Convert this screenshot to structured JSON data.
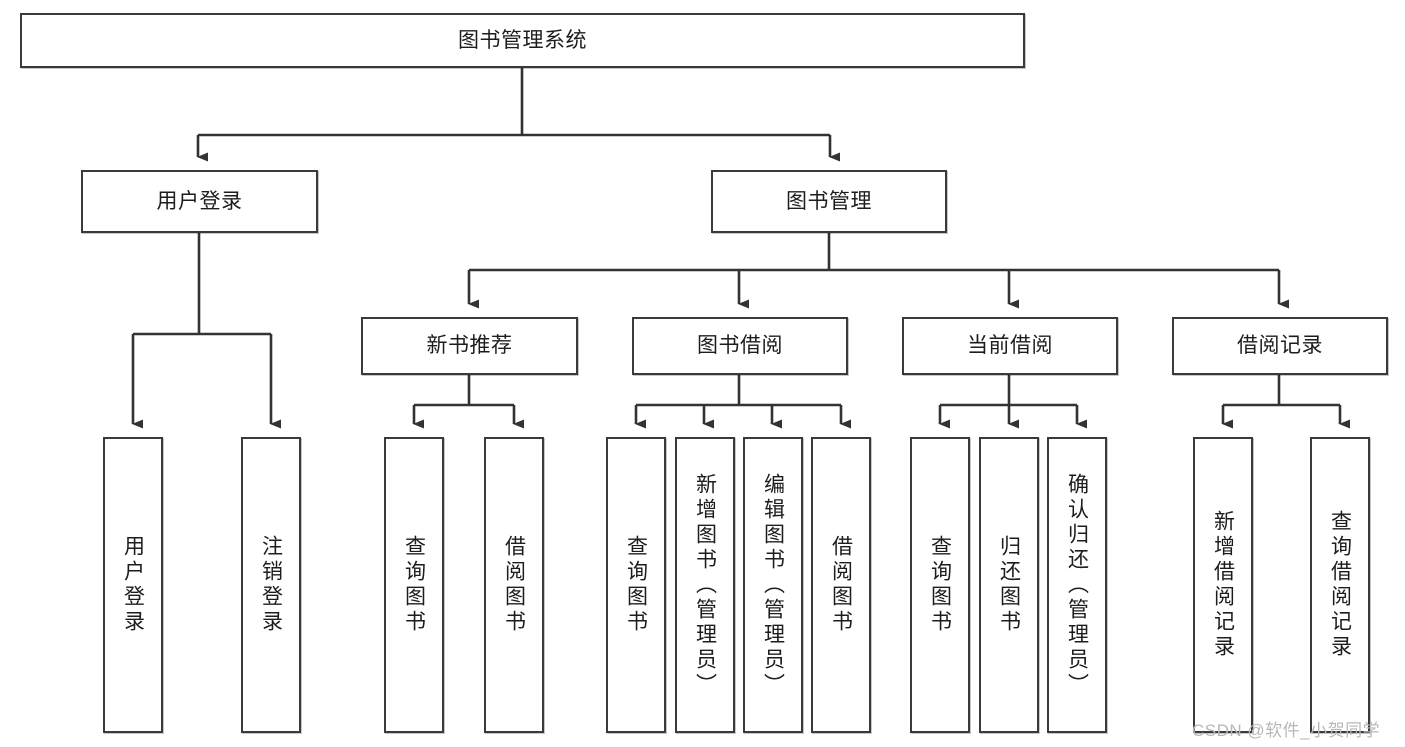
{
  "diagram": {
    "type": "tree-hierarchy-chart",
    "title": "图书管理系统",
    "colors": {
      "border": "#3a3a3a",
      "fill": "#ffffff",
      "text": "#1d1d1d",
      "connector": "#333333",
      "watermark": "#b8b8b8"
    },
    "levels": {
      "root": {
        "label": "图书管理系统"
      },
      "level2": [
        {
          "label": "用户登录"
        },
        {
          "label": "图书管理"
        }
      ],
      "level3": [
        {
          "label": "新书推荐"
        },
        {
          "label": "图书借阅"
        },
        {
          "label": "当前借阅"
        },
        {
          "label": "借阅记录"
        }
      ],
      "leaves": [
        {
          "label": "用户登录",
          "parent": "用户登录"
        },
        {
          "label": "注销登录",
          "parent": "用户登录"
        },
        {
          "label": "查询图书",
          "parent": "新书推荐"
        },
        {
          "label": "借阅图书",
          "parent": "新书推荐"
        },
        {
          "label": "查询图书",
          "parent": "图书借阅"
        },
        {
          "label": "新增图书（管理员）",
          "parent": "图书借阅"
        },
        {
          "label": "编辑图书（管理员）",
          "parent": "图书借阅"
        },
        {
          "label": "借阅图书",
          "parent": "图书借阅"
        },
        {
          "label": "查询图书",
          "parent": "当前借阅"
        },
        {
          "label": "归还图书",
          "parent": "当前借阅"
        },
        {
          "label": "确认归还（管理员）",
          "parent": "当前借阅"
        },
        {
          "label": "新增借阅记录",
          "parent": "借阅记录"
        },
        {
          "label": "查询借阅记录",
          "parent": "借阅记录"
        }
      ]
    },
    "watermark": "CSDN @软件_小贺同学"
  }
}
